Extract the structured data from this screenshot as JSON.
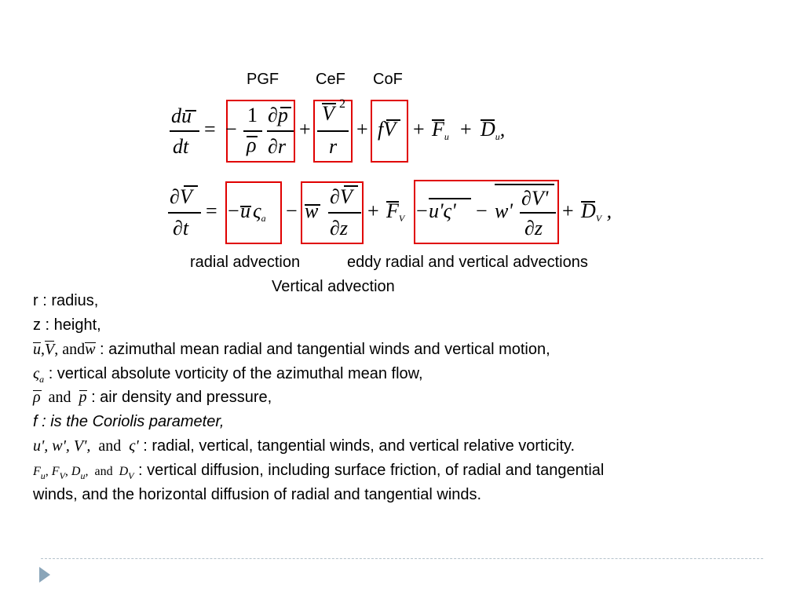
{
  "top_labels": {
    "pgf": "PGF",
    "cef": "CeF",
    "cof": "CoF"
  },
  "bottom_labels": {
    "radial": "radial advection",
    "eddy": "eddy radial and vertical advections",
    "vertical": "Vertical advection"
  },
  "definitions": {
    "line1": "r : radius,",
    "line2": "z : height,",
    "line3": ": azimuthal mean radial and tangential winds and vertical motion,",
    "line4": ": vertical absolute vorticity of the azimuthal mean flow,",
    "line5": ": air density and pressure,",
    "line6": "f : is the Coriolis parameter,",
    "line7": ": radial, vertical, tangential winds, and vertical relative vorticity.",
    "line8a": ": vertical diffusion, including surface friction, of radial and tangential",
    "line8b": "winds, and the horizontal diffusion of radial and tangential winds."
  },
  "symbol_words": {
    "and": "and"
  },
  "colors": {
    "box": "#e00000",
    "divider": "#b5c2cc",
    "arrow": "#8aa5b9"
  },
  "icons": {
    "nav": "triangle-right-icon"
  }
}
